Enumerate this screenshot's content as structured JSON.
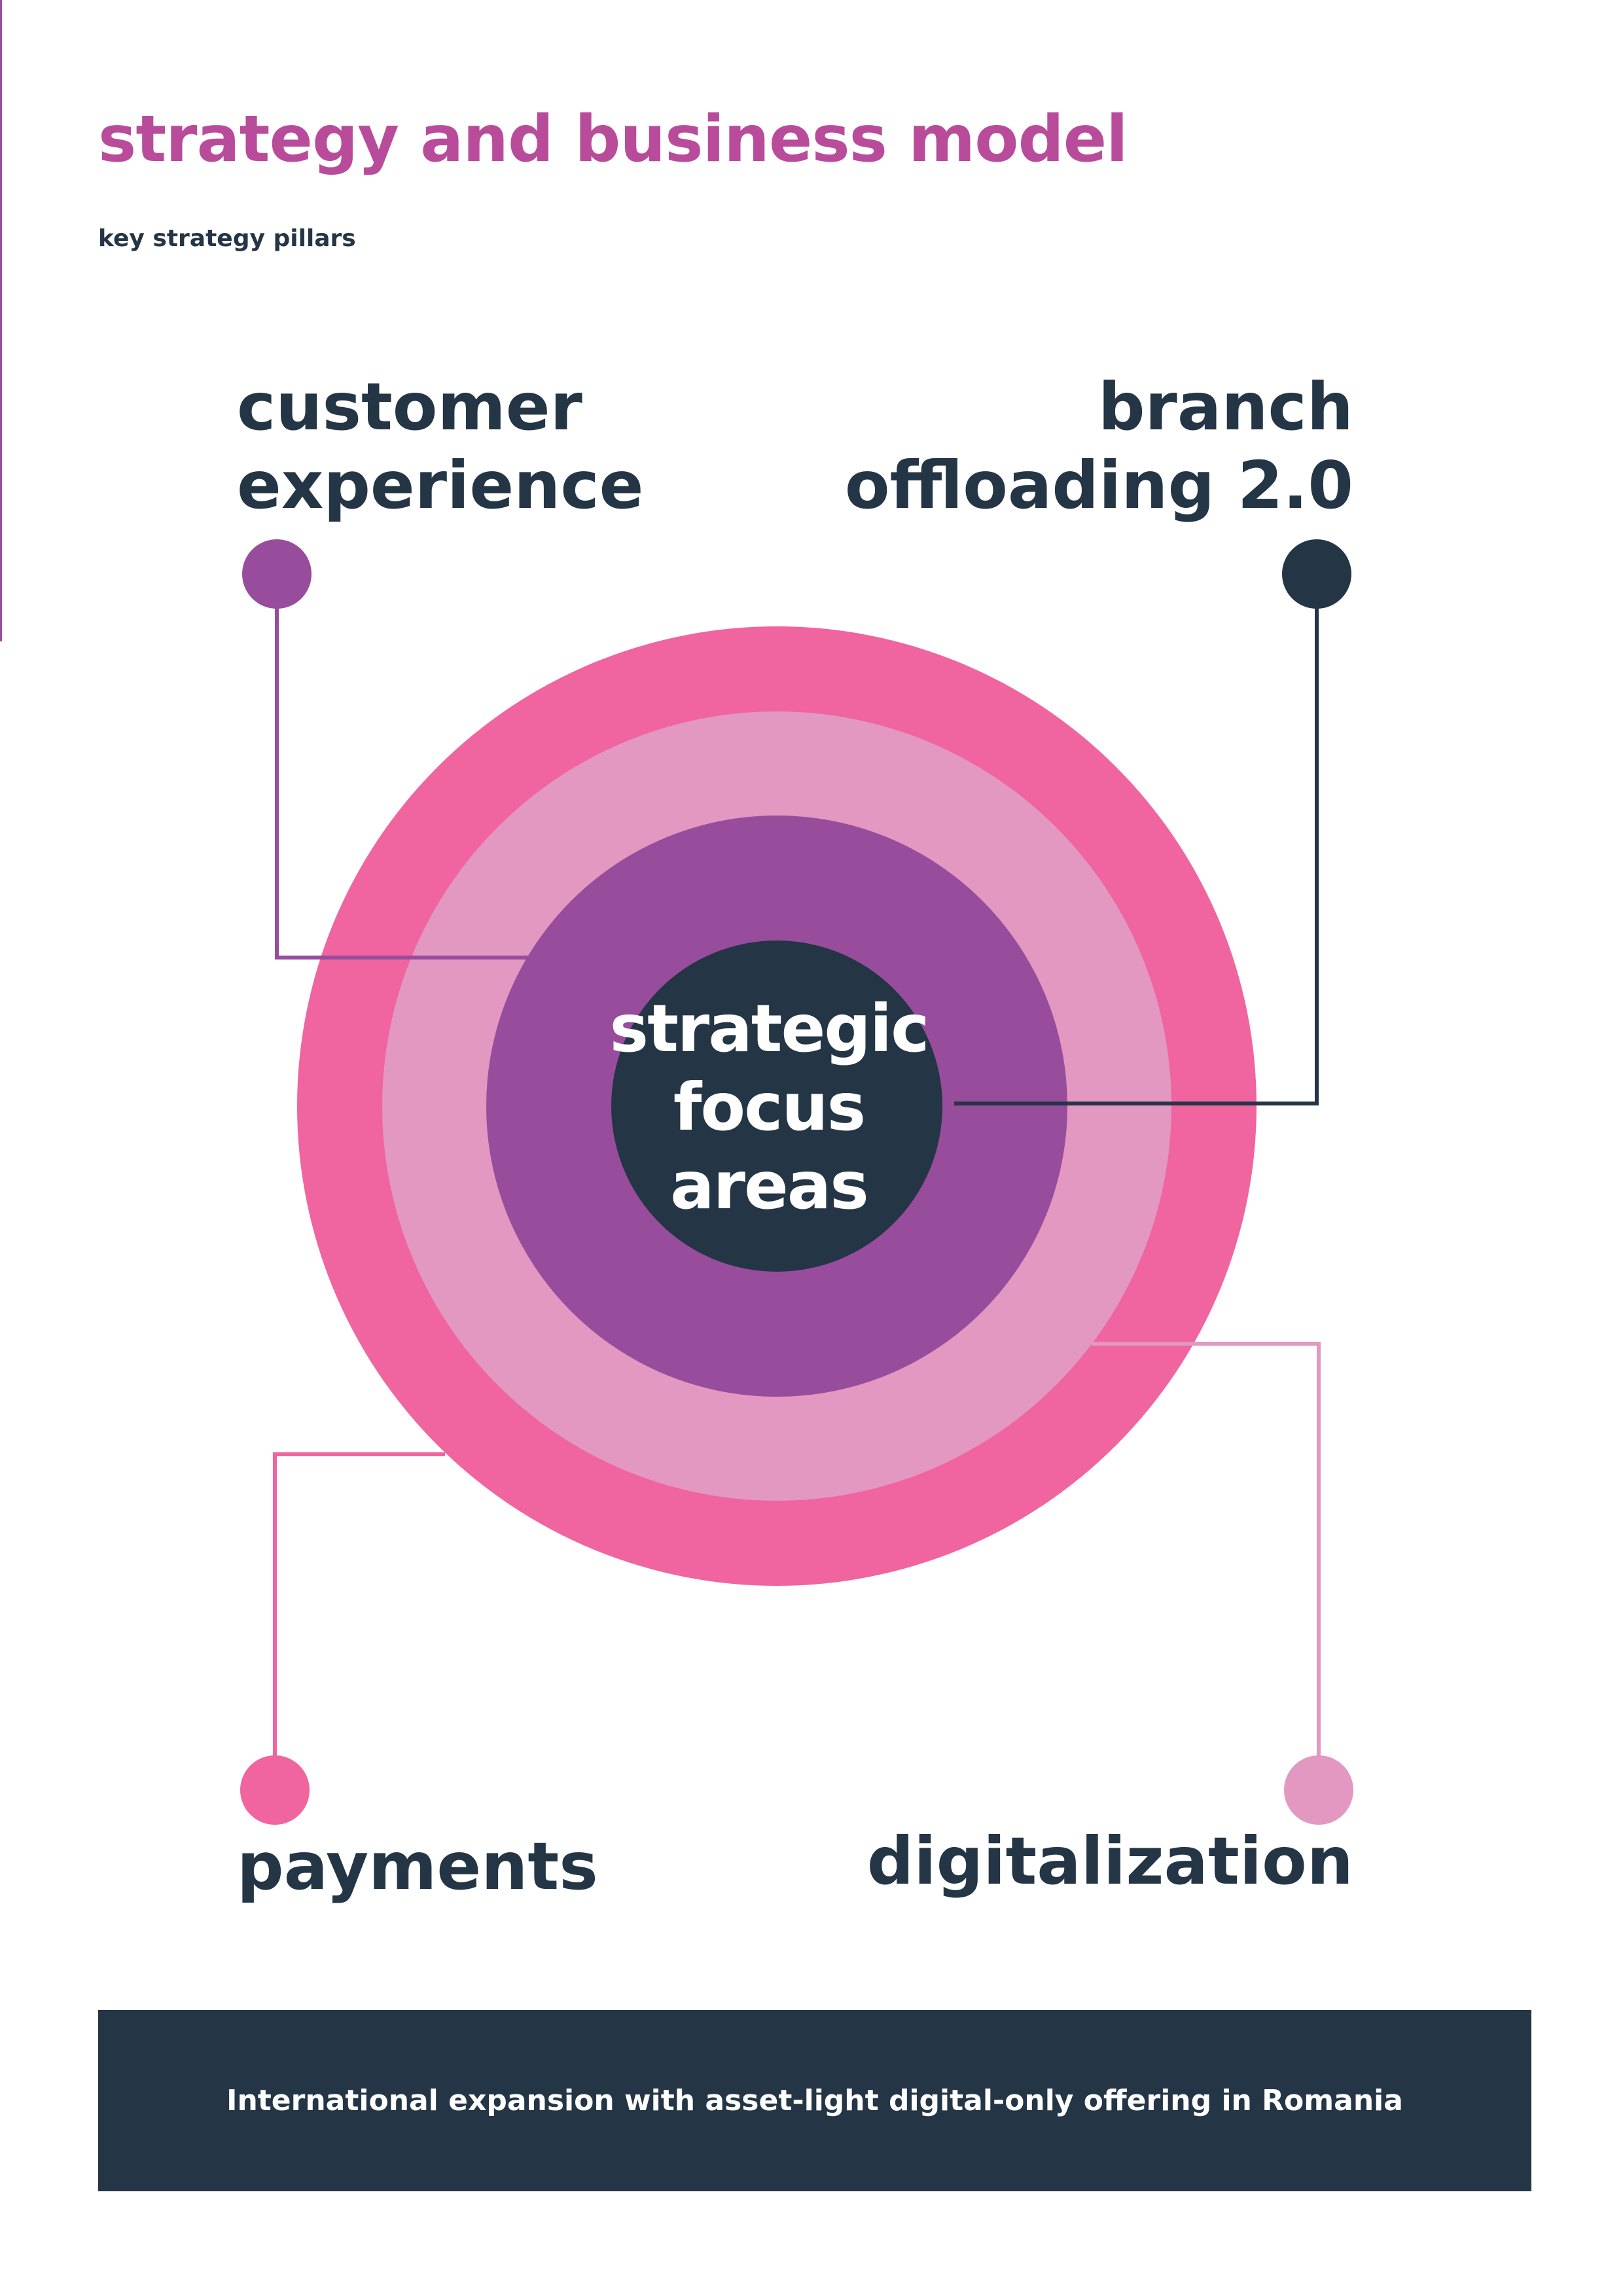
{
  "page": {
    "title": "strategy and business model",
    "subtitle": "key strategy pillars"
  },
  "diagram": {
    "center": {
      "label": "strategic\nfocus\nareas"
    },
    "pillars": {
      "customer_experience": "customer\nexperience",
      "branch_offloading": "branch\noffloading 2.0",
      "payments": "payments",
      "digitalization": "digitalization"
    }
  },
  "footer": {
    "text": "International expansion with asset-light digital-only offering in Romania"
  },
  "colors": {
    "title": "#b94b9b",
    "dark_navy": "#243545",
    "ring_outer_pink": "#f0649f",
    "ring_light_pink": "#e298c1",
    "ring_purple": "#984c9c",
    "core_navy": "#243545",
    "pillar_customer_experience": "#984c9c",
    "pillar_branch_offloading": "#243545",
    "pillar_payments": "#f0649f",
    "pillar_digitalization": "#e298c1"
  }
}
